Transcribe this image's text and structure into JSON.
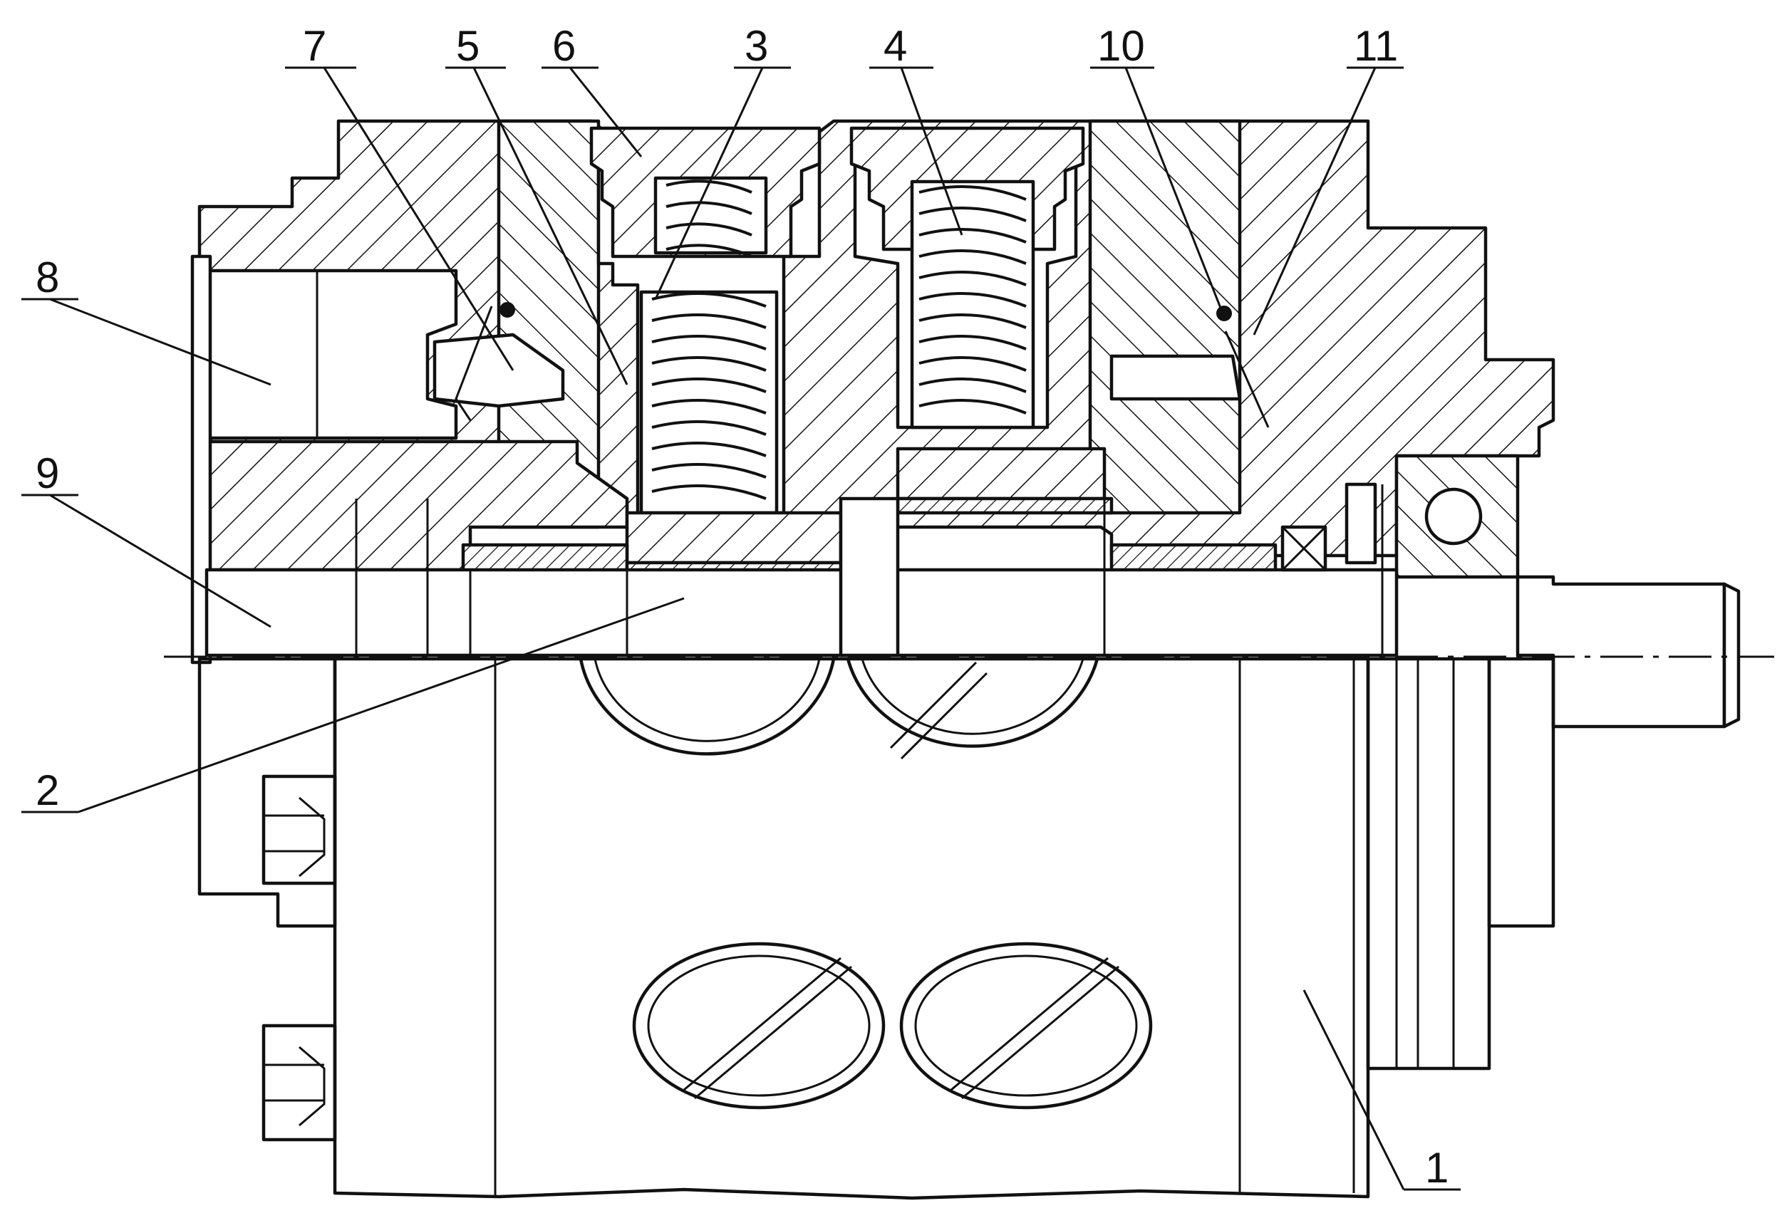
{
  "callouts": [
    {
      "id": "label-1",
      "text": "1"
    },
    {
      "id": "label-2",
      "text": "2"
    },
    {
      "id": "label-3",
      "text": "3"
    },
    {
      "id": "label-4",
      "text": "4"
    },
    {
      "id": "label-5",
      "text": "5"
    },
    {
      "id": "label-6",
      "text": "6"
    },
    {
      "id": "label-7",
      "text": "7"
    },
    {
      "id": "label-8",
      "text": "8"
    },
    {
      "id": "label-9",
      "text": "9"
    },
    {
      "id": "label-10",
      "text": "10"
    },
    {
      "id": "label-11",
      "text": "11"
    }
  ],
  "colors": {
    "line": "#111111",
    "background": "#ffffff"
  }
}
